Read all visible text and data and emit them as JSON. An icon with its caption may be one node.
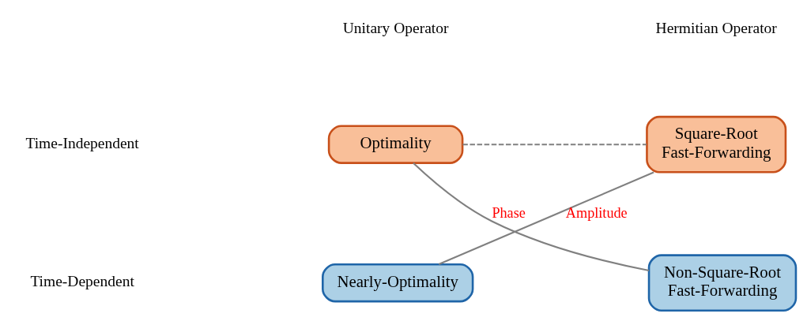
{
  "diagram": {
    "nodes": [
      {
        "text": [
          "Optimality"
        ]
      },
      {
        "text": [
          "Square-Root Fast-Forwarding"
        ]
      },
      {
        "text": [
          "Nearly-Optimality"
        ]
      },
      {
        "text": [
          "Non-Square-Root Fast-Forwarding"
        ]
      }
    ],
    "edges": [
      {
        "from": 0,
        "to": 1,
        "arrow": "none",
        "style": "dashed"
      },
      {
        "from": 1,
        "to": 2,
        "arrow": "none",
        "label": "Amplitude"
      },
      {
        "from": 0,
        "to": 3,
        "arrow": "none",
        "label": "Phase"
      }
    ],
    "labels": [
      "Unitary Operator",
      "Hermitian Operator",
      "Time-Independent",
      "Time-Dependent"
    ]
  }
}
